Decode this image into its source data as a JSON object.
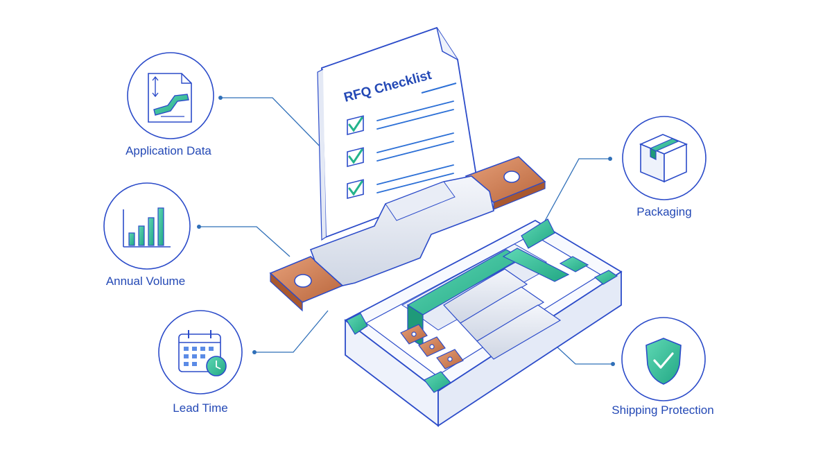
{
  "checklist": {
    "title": "RFQ Checklist",
    "items_checked": 3
  },
  "labels": {
    "application_data": "Application Data",
    "annual_volume": "Annual Volume",
    "lead_time": "Lead Time",
    "packaging": "Packaging",
    "shipping_protection": "Shipping Protection"
  },
  "icons": {
    "application_data": "drawing-spec-icon",
    "annual_volume": "bar-chart-icon",
    "lead_time": "calendar-clock-icon",
    "packaging": "box-icon",
    "shipping_protection": "shield-check-icon"
  },
  "colors": {
    "outline": "#2b4bc9",
    "connector": "#2f6fb8",
    "teal": "#2bbf9b",
    "copper": "#c97a4e",
    "label_text": "#2348b5"
  }
}
